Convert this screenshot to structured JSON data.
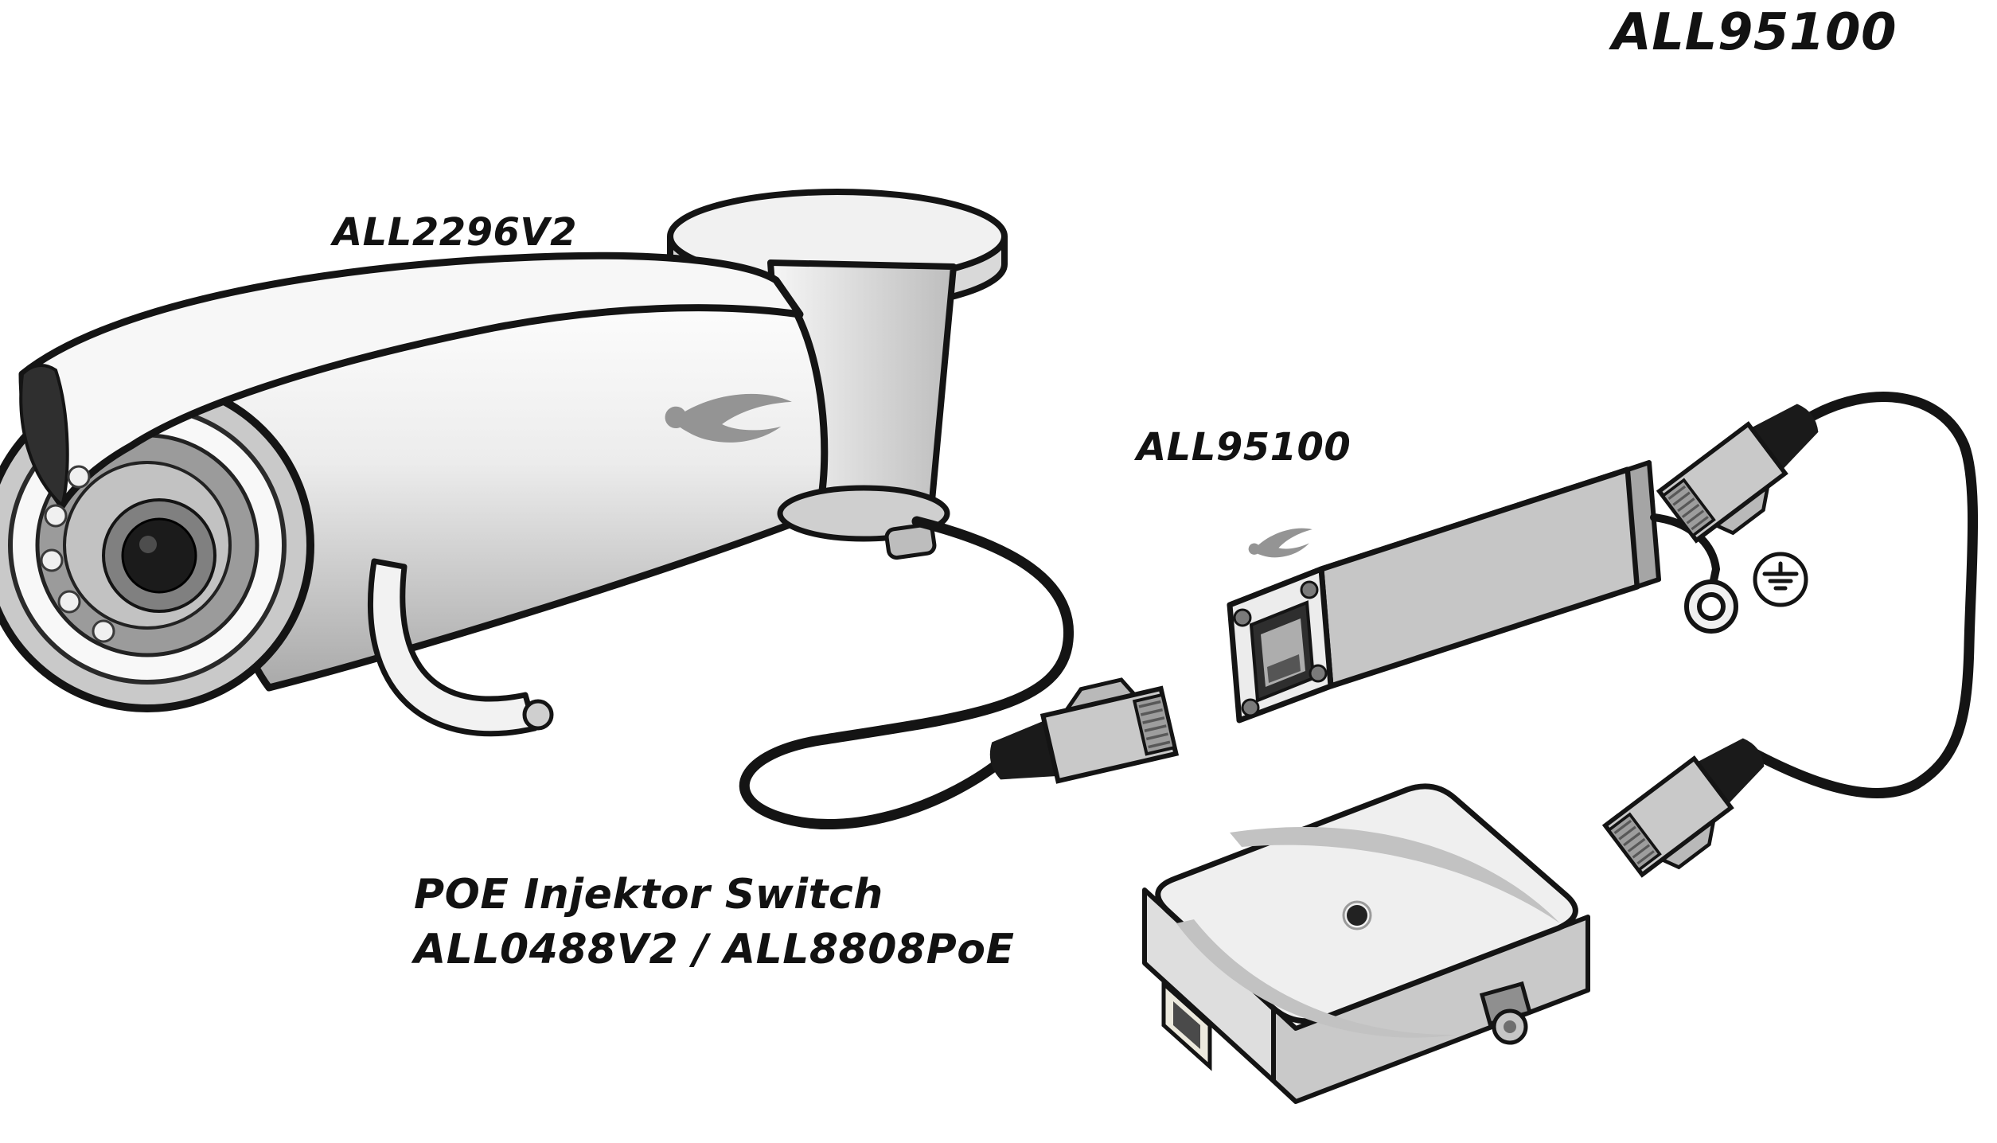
{
  "header": {
    "title": "ALL95100"
  },
  "diagram": {
    "camera": {
      "label": "ALL2296V2"
    },
    "injector": {
      "label": "ALL95100"
    },
    "switch": {
      "label_line1": "POE Injektor Switch",
      "label_line2": "ALL0488V2 / ALL8808PoE"
    },
    "icons": {
      "brand_logo": "allnet-logo-icon",
      "ground": "earth-ground-icon"
    },
    "colors": {
      "outline": "#141414",
      "fill_light": "#f2f2f2",
      "fill_mid": "#c9c9c9",
      "fill_dark": "#2b2b2b",
      "background": "#ffffff"
    }
  }
}
